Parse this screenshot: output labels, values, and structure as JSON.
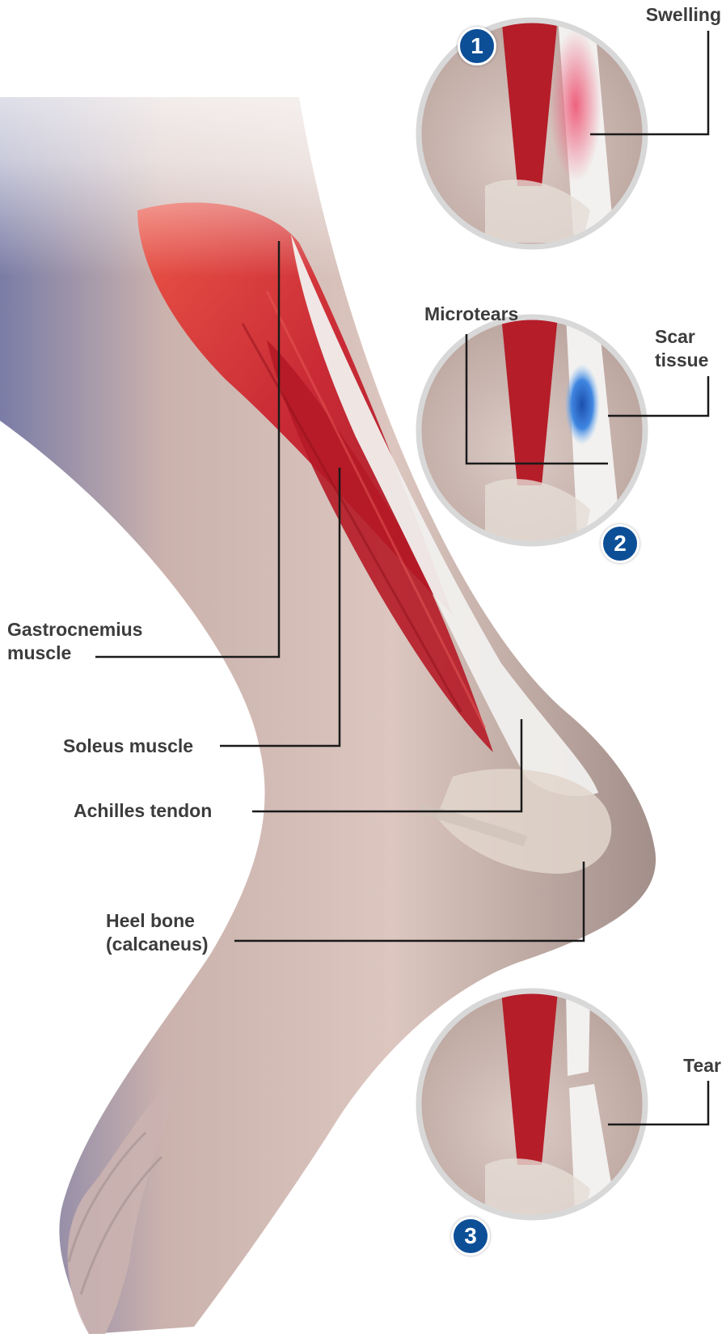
{
  "labels": {
    "gastrocnemius": [
      "Gastrocnemius",
      "muscle"
    ],
    "soleus": "Soleus muscle",
    "achilles": "Achilles tendon",
    "heel_bone": [
      "Heel bone",
      "(calcaneus)"
    ],
    "swelling": "Swelling",
    "microtears": "Microtears",
    "scar_tissue": [
      "Scar",
      "tissue"
    ],
    "tear": "Tear"
  },
  "stages": [
    "1",
    "2",
    "3"
  ],
  "colors": {
    "label_text": "#3c3c3c",
    "badge": "#0d4f97",
    "muscle": "#c8202a",
    "tendon": "#f2f2f0",
    "skin": "#d8c2bc",
    "swelling": "#ee5a78",
    "scar": "#2f6fd0"
  }
}
